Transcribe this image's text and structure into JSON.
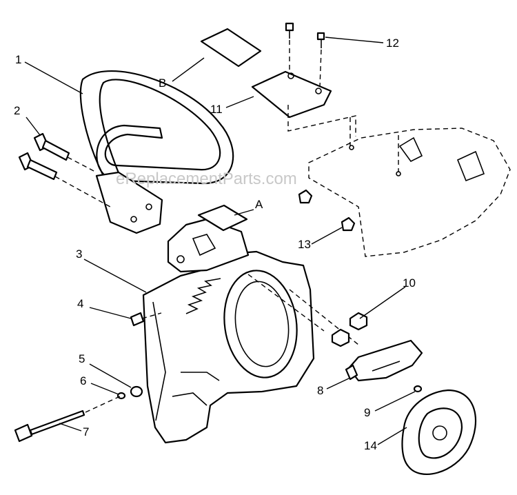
{
  "watermark": "eReplacementParts.com",
  "callouts": [
    "1",
    "2",
    "3",
    "4",
    "5",
    "6",
    "7",
    "8",
    "9",
    "10",
    "11",
    "12",
    "13",
    "14",
    "A",
    "B"
  ]
}
